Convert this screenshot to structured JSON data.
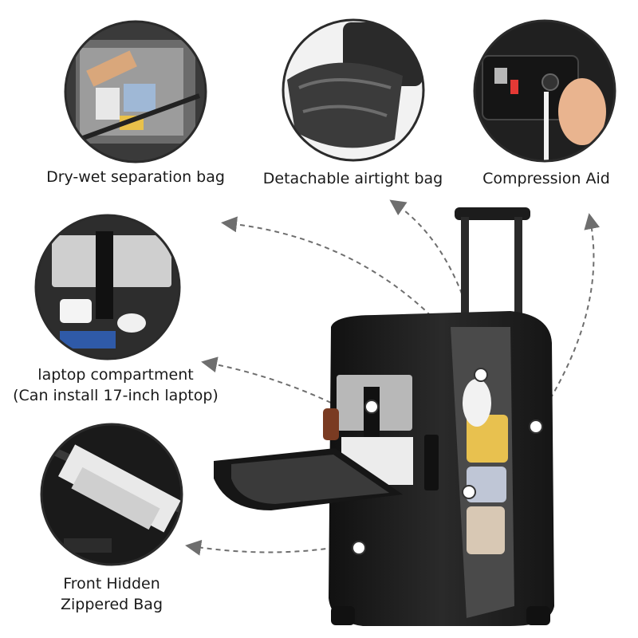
{
  "features": [
    {
      "label": "Dry-wet separation bag"
    },
    {
      "label": "Detachable airtight bag"
    },
    {
      "label": "Compression Aid"
    },
    {
      "label": "laptop compartment",
      "sublabel": "(Can install 17-inch laptop)"
    },
    {
      "label": "Front Hidden",
      "sublabel": "Zippered Bag"
    }
  ],
  "colors": {
    "background": "#ffffff",
    "bag": "#1b1b1b",
    "circle_border": "#2b2b2b",
    "arrow": "#6e6e6e"
  }
}
